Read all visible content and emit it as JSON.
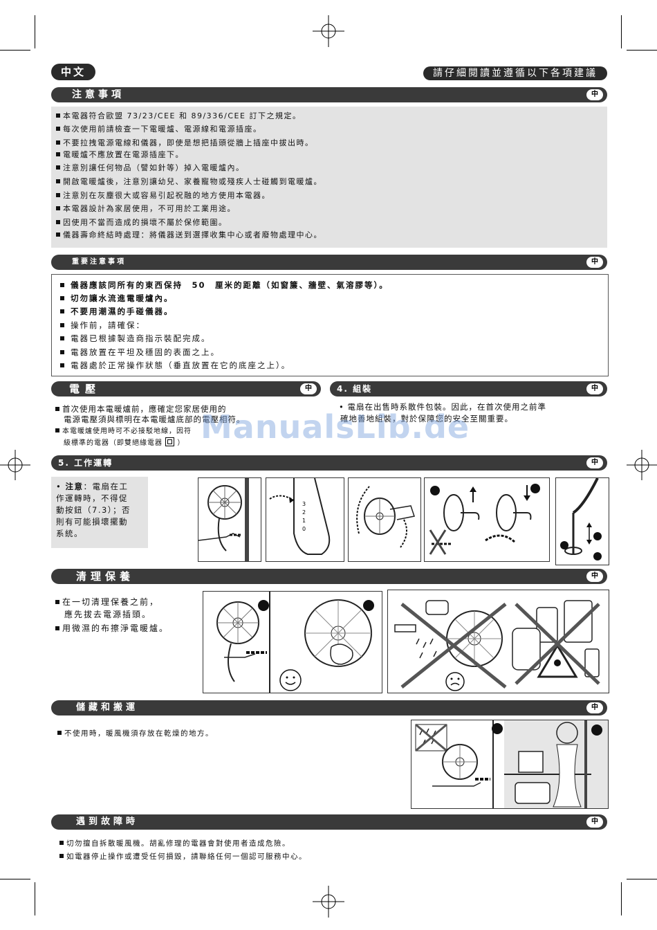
{
  "header": {
    "lang": "中文",
    "title": "請仔細閱讀並遵循以下各項建議"
  },
  "badge": "中",
  "sections": {
    "precautions": {
      "title": "注意事項",
      "items": [
        "本電器符合歐盟 73/23/CEE 和 89/336/CEE 訂下之規定。",
        "每次使用前請檢查一下電暖爐、電源線和電源插座。",
        "不要拉拽電源電線和儀器，即使是想把插頭從牆上插座中拔出時。",
        "電暖爐不應放置在電源插座下。",
        "注意別讓任何物品（譬如針等）掉入電暖爐內。",
        "開啟電暖爐後，注意別讓幼兒、家養寵物或殘疾人士碰觸到電暖爐。",
        "注意別在灰塵很大或容易引起祝融的地方使用本電器。",
        "本電器設計為家居使用，不可用於工業用途。",
        "因使用不當而造成的損壞不屬於保修範圍。",
        "儀器壽命終結時處理：將儀器送到選擇收集中心或者廢物處理中心。"
      ]
    },
    "important": {
      "title": "重要注意事項",
      "items": [
        "儀器應該同所有的東西保持　50　厘米的距離（如窗簾、牆壁、氣溶膠等）。",
        "切勿讓水流進電暖爐內。",
        "不要用潮濕的手碰儀器。",
        "操作前，請確保：",
        "電器已根據製造商指示裝配完成。",
        "電器放置在平坦及穩固的表面之上。",
        "電器處於正常操作狀態（垂直放置在它的底座之上）。"
      ]
    },
    "power": {
      "title": "電壓",
      "lines": [
        "首次使用本電暖爐前，應確定您家居使用的",
        "電源電壓須與標明在本電暖爐底部的電壓相符。",
        "本電暖爐使用時可不必接駁地線，因符",
        "級標準的電器（即雙絕緣電器"
      ]
    },
    "assembly": {
      "title": "4. 組裝",
      "lines": [
        "電扇在出售時系散件包裝。因此，在首次使用之前準",
        "確地善地組裝，對於保障您的安全至關重要。"
      ]
    },
    "operation": {
      "title": "5. 工作運轉",
      "note_label": "注意",
      "note_lines": [
        "：電扇在工",
        "作運轉時，不得促",
        "動按鈕（7.3）；否",
        "則有可能損壞擺動",
        "系統。"
      ]
    },
    "cleaning": {
      "title": "清理保養",
      "lines": [
        "在一切清理保養之前，",
        "應先拔去電源插頭。",
        "用微濕的布擦淨電暖爐。"
      ]
    },
    "storage": {
      "title": "儲藏和搬運",
      "lines": [
        "不使用時，暖風機須存放在乾燥的地方。"
      ]
    },
    "fault": {
      "title": "遇到故障時",
      "lines": [
        "切勿擅自拆散暖風機。胡亂修理的電器會對使用者造成危險。",
        "如電器停止操作或遭受任何損毀，請聯絡任何一個認可服務中心。"
      ]
    }
  },
  "watermark": "ManualsLib.de"
}
